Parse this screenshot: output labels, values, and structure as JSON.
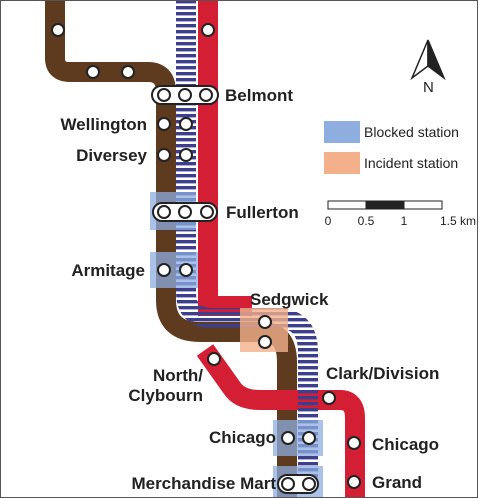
{
  "colors": {
    "brown_line": "#5e3a1e",
    "red_line": "#d41e33",
    "purple_line": "#3d3f8c",
    "blocked": "#8eaee0",
    "incident": "#f3b08a",
    "border": "#555555"
  },
  "stations": {
    "belmont": "Belmont",
    "wellington": "Wellington",
    "diversey": "Diversey",
    "fullerton": "Fullerton",
    "armitage": "Armitage",
    "sedgwick": "Sedgwick",
    "north_clybourn_1": "North/",
    "north_clybourn_2": "Clybourn",
    "clark_division": "Clark/Division",
    "chicago_brown": "Chicago",
    "chicago_red": "Chicago",
    "merchandise_mart": "Merchandise Mart",
    "grand": "Grand"
  },
  "legend": {
    "blocked_label": "Blocked station",
    "incident_label": "Incident station"
  },
  "scale": {
    "ticks": [
      "0",
      "0.5",
      "1",
      "1.5 km"
    ]
  },
  "north": {
    "label": "N",
    "icon": "north-arrow-icon"
  }
}
